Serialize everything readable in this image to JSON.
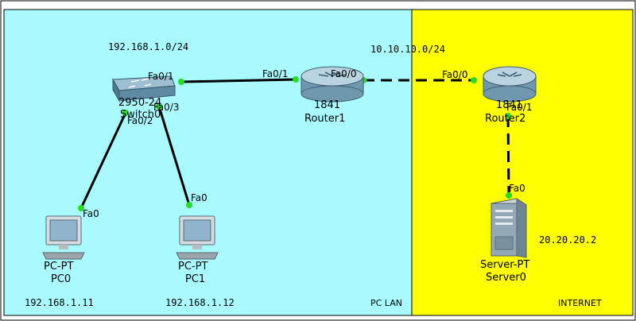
{
  "zones": [
    {
      "id": "pc-lan",
      "name": "PC LAN",
      "color": "#a8faff"
    },
    {
      "id": "internet",
      "name": "INTERNET",
      "color": "#ffff00"
    }
  ],
  "networks": {
    "lan": "192.168.1.0/24",
    "wan": "10.10.10.0/24",
    "server_ip": "20.20.20.2"
  },
  "devices": {
    "switch": {
      "label": "2950-24",
      "name": "Switch0",
      "icon": "switch-icon"
    },
    "router1": {
      "model": "1841",
      "name": "Router1",
      "icon": "router-icon"
    },
    "router2": {
      "model": "1841",
      "name": "Router2",
      "icon": "router-icon"
    },
    "pc0": {
      "model": "PC-PT",
      "name": "PC0",
      "ip": "192.168.1.11",
      "icon": "pc-icon"
    },
    "pc1": {
      "model": "PC-PT",
      "name": "PC1",
      "ip": "192.168.1.12",
      "icon": "pc-icon"
    },
    "server": {
      "model": "Server-PT",
      "name": "Server0",
      "icon": "server-icon"
    }
  },
  "ports": {
    "sw_fa01": "Fa0/1",
    "sw_fa02": "Fa0/2",
    "sw_fa03": "Fa0/3",
    "r1_fa01": "Fa0/1",
    "r1_fa00": "Fa0/0",
    "r2_fa00": "Fa0/0",
    "r2_fa01": "Fa0/1",
    "pc0_fa0": "Fa0",
    "pc1_fa0": "Fa0",
    "srv_fa0": "Fa0"
  },
  "colors": {
    "link": "#000000",
    "port_up": "#22dd22",
    "router_body": "#8fb3c6",
    "switch_body": "#7ea6bc"
  }
}
